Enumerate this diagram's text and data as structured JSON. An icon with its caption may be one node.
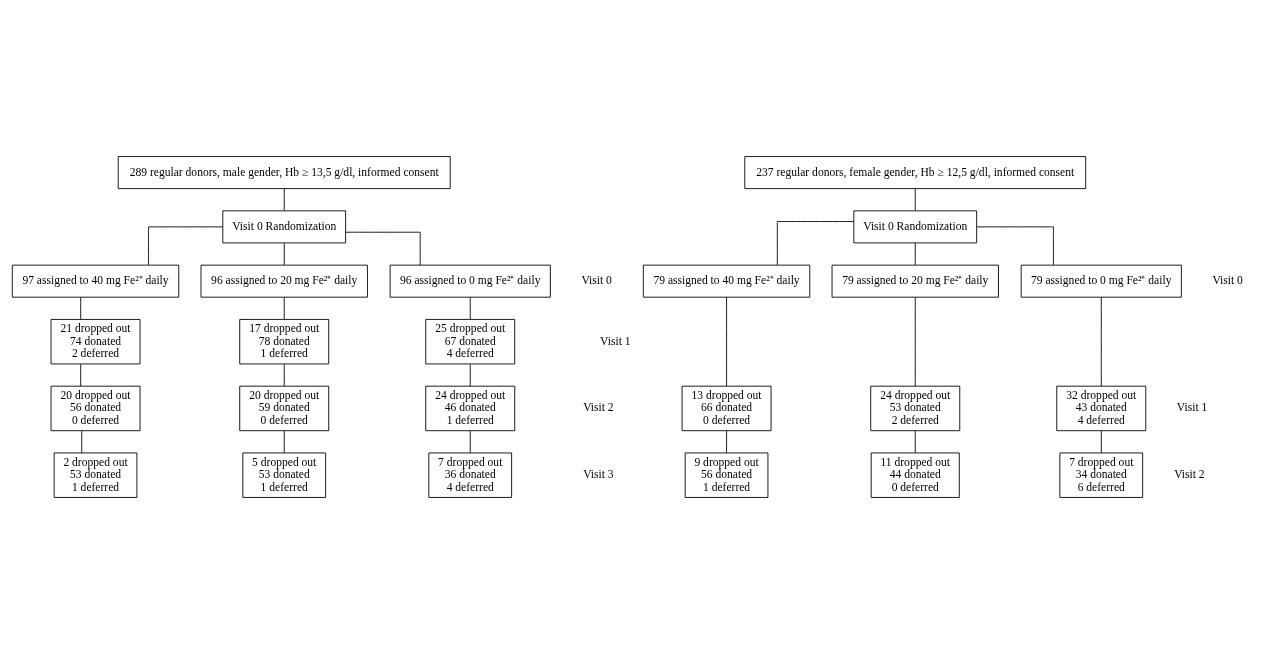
{
  "diagram": {
    "nodes": [
      {
        "text": [
          "289 regular donors, male gender, Hb ≥ 13,5 g/dl, informed consent"
        ]
      },
      {
        "text": [
          "Visit 0 Randomization"
        ]
      },
      {
        "text": [
          "97 assigned to 40 mg Fe²⁺ daily"
        ]
      },
      {
        "text": [
          "96 assigned to 20 mg Fe²⁺ daily"
        ]
      },
      {
        "text": [
          "96 assigned to 0 mg Fe²⁺ daily"
        ]
      },
      {
        "text": [
          "21 dropped out",
          "74 donated",
          "2 deferred"
        ]
      },
      {
        "text": [
          "17 dropped out",
          "78 donated",
          "1 deferred"
        ]
      },
      {
        "text": [
          "25 dropped out",
          "67 donated",
          "4 deferred"
        ]
      },
      {
        "text": [
          "20 dropped out",
          "56 donated",
          "0 deferred"
        ]
      },
      {
        "text": [
          "20 dropped out",
          "59 donated",
          "0 deferred"
        ]
      },
      {
        "text": [
          "24 dropped out",
          "46 donated",
          "1 deferred"
        ]
      },
      {
        "text": [
          "2 dropped out",
          "53 donated",
          "1 deferred"
        ]
      },
      {
        "text": [
          "5 dropped out",
          "53 donated",
          "1 deferred"
        ]
      },
      {
        "text": [
          "7 dropped out",
          "36 donated",
          "4 deferred"
        ]
      },
      {
        "text": [
          "237 regular donors, female gender, Hb ≥ 12,5 g/dl, informed consent"
        ]
      },
      {
        "text": [
          "Visit 0 Randomization"
        ]
      },
      {
        "text": [
          "79 assigned to 40 mg Fe²⁺ daily"
        ]
      },
      {
        "text": [
          "79 assigned to 20 mg Fe²⁺ daily"
        ]
      },
      {
        "text": [
          "79 assigned to 0 mg Fe²⁺ daily"
        ]
      },
      {
        "text": [
          "13 dropped out",
          "66 donated",
          "0 deferred"
        ]
      },
      {
        "text": [
          "24 dropped out",
          "53 donated",
          "2 deferred"
        ]
      },
      {
        "text": [
          "32 dropped out",
          "43 donated",
          "4 deferred"
        ]
      },
      {
        "text": [
          "9 dropped out",
          "56 donated",
          "1 deferred"
        ]
      },
      {
        "text": [
          "11 dropped out",
          "44 donated",
          "0 deferred"
        ]
      },
      {
        "text": [
          "7 dropped out",
          "34 donated",
          "6 deferred"
        ]
      }
    ],
    "edges": [
      {
        "from": 0,
        "to": 1,
        "arrow": "none"
      },
      {
        "from": 1,
        "to": 2,
        "arrow": "none"
      },
      {
        "from": 1,
        "to": 3,
        "arrow": "none"
      },
      {
        "from": 1,
        "to": 4,
        "arrow": "none"
      },
      {
        "from": 2,
        "to": 5,
        "arrow": "none"
      },
      {
        "from": 3,
        "to": 6,
        "arrow": "none"
      },
      {
        "from": 4,
        "to": 7,
        "arrow": "none"
      },
      {
        "from": 5,
        "to": 8,
        "arrow": "none"
      },
      {
        "from": 6,
        "to": 9,
        "arrow": "none"
      },
      {
        "from": 7,
        "to": 10,
        "arrow": "none"
      },
      {
        "from": 8,
        "to": 11,
        "arrow": "none"
      },
      {
        "from": 9,
        "to": 12,
        "arrow": "none"
      },
      {
        "from": 10,
        "to": 13,
        "arrow": "none"
      },
      {
        "from": 14,
        "to": 15,
        "arrow": "none"
      },
      {
        "from": 15,
        "to": 16,
        "arrow": "none"
      },
      {
        "from": 15,
        "to": 17,
        "arrow": "none"
      },
      {
        "from": 15,
        "to": 18,
        "arrow": "none"
      },
      {
        "from": 16,
        "to": 19,
        "arrow": "none"
      },
      {
        "from": 17,
        "to": 20,
        "arrow": "none"
      },
      {
        "from": 18,
        "to": 21,
        "arrow": "none"
      },
      {
        "from": 19,
        "to": 22,
        "arrow": "none"
      },
      {
        "from": 20,
        "to": 23,
        "arrow": "none"
      },
      {
        "from": 21,
        "to": 24,
        "arrow": "none"
      }
    ],
    "labels": [
      "Visit 0",
      "Visit 0",
      "Visit 1",
      "Visit 1",
      "Visit 2",
      "Visit 3",
      "Visit 2"
    ]
  }
}
